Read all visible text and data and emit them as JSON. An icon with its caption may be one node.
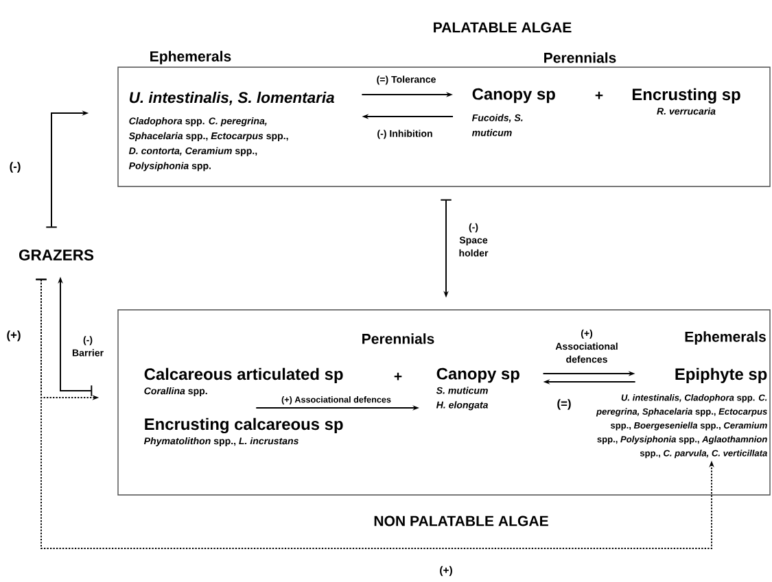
{
  "diagram": {
    "nodes": [
      {
        "text": [
          "PALATABLE ALGAE"
        ]
      },
      {
        "text": [
          "U. intestinalis, S. lomentaria",
          "*Cladophora* spp. *C. peregrina, Sphacelaria* spp., *Ectocarpus* spp., *D. contorta, Ceramium* spp., *Polysiphonia* spp."
        ],
        "in": 0
      },
      {
        "text": [
          "Canopy sp",
          "Fucoids, S. muticum"
        ],
        "in": 0
      },
      {
        "text": [
          "Encrusting sp",
          "R. verrucaria"
        ],
        "in": 0
      },
      {
        "text": [
          "GRAZERS"
        ]
      },
      {
        "text": [
          "NON PALATABLE ALGAE"
        ]
      },
      {
        "text": [
          "Calcareous articulated sp",
          "*Corallina* spp."
        ],
        "in": 5
      },
      {
        "text": [
          "Encrusting calcareous sp",
          "*Phymatolithon* spp., *L. incrustans*"
        ],
        "in": 5
      },
      {
        "text": [
          "Canopy sp",
          "S. muticum",
          "H. elongata"
        ],
        "in": 5
      },
      {
        "text": [
          "Epiphyte sp",
          "*U. intestinalis, Cladophora* spp. *C. peregrina, Sphacelaria* spp., *Ectocarpus* spp., *Boergeseniella* spp., *Ceramium* spp., *Polysiphonia* spp., *Aglaothamnion* spp., *C. parvula, C. verticillata*"
        ],
        "in": 5
      }
    ],
    "edges": [
      {
        "from": 1,
        "to": 2,
        "arrow": "to",
        "label": "(=) Tolerance"
      },
      {
        "from": 2,
        "to": 1,
        "arrow": "to",
        "label": "(-) Inhibition"
      },
      {
        "from": 4,
        "to": 0,
        "arrow": "to",
        "label": "(-)"
      },
      {
        "from": 0,
        "to": 5,
        "arrow": "to",
        "label": "(-) Space holder"
      },
      {
        "from": 5,
        "to": 4,
        "arrow": "to",
        "label": "(-) Barrier"
      },
      {
        "from": 4,
        "to": 5,
        "arrow": "to",
        "label": "(+)",
        "style": "dashed"
      },
      {
        "from": 4,
        "to": 9,
        "arrow": "to",
        "label": "(+)",
        "style": "dashed"
      },
      {
        "from": 6,
        "to": 8,
        "arrow": "to",
        "label": "(+) Associational defences"
      },
      {
        "from": 8,
        "to": 9,
        "arrow": "to",
        "label": "(+) Associational defences"
      },
      {
        "from": 9,
        "to": 8,
        "arrow": "to",
        "label": "(=)"
      }
    ],
    "labels": [
      "Ephemerals",
      "Perennials",
      "+",
      "Perennials",
      "+",
      "Ephemerals"
    ]
  }
}
